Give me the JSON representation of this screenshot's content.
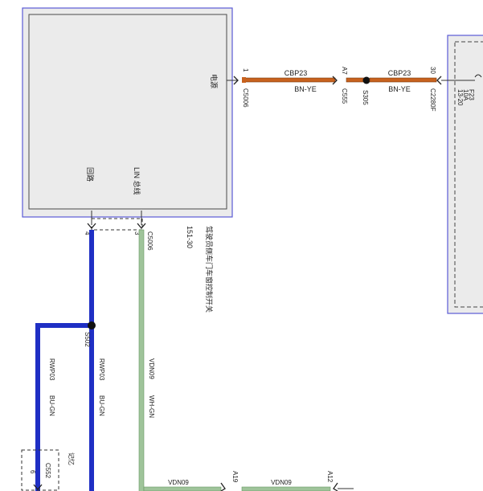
{
  "colors": {
    "module_outline": "#5b5bd6",
    "module_fill": "#ebebeb",
    "wire_orange": "#c8621e",
    "wire_blue": "#1f2fc4",
    "wire_green": "#9fc49a",
    "label": "#222222"
  },
  "module": {
    "name": "驾驶员侧车门车窗控制开关",
    "ref": "151-30",
    "pins": {
      "power": "电源",
      "ground": "回路",
      "lin": "LIN 总线"
    }
  },
  "right_module": {
    "fuse": "F23",
    "amp": "10A",
    "ref": "13-20"
  },
  "connectors": {
    "c5006_top": {
      "pin": "1",
      "name": "C5006"
    },
    "c555": {
      "pin": "A7",
      "name": "C555"
    },
    "s305": {
      "name": "S305"
    },
    "c2280f": {
      "pin": "30",
      "name": "C2280F"
    },
    "c5006_pin4": "4",
    "c5006_pin3": "3",
    "c5006_bottom": "C5006",
    "s502": "S502",
    "c552": {
      "pin": "6",
      "name": "C552",
      "note": "记忆"
    },
    "a19": "A19",
    "a12": "A12"
  },
  "circuits": {
    "cbp23_a": {
      "code": "CBP23",
      "color": "BN-YE"
    },
    "cbp23_b": {
      "code": "CBP23",
      "color": "BN-YE"
    },
    "rwp03_left": {
      "code": "RWP03",
      "color": "BU-GN"
    },
    "rwp03_right": {
      "code": "RWP03",
      "color": "BU-GN"
    },
    "vdn09_vertical": {
      "code": "VDN09",
      "color": "WH-GN"
    },
    "vdn09_bottom_a": "VDN09",
    "vdn09_bottom_b": "VDN09"
  }
}
